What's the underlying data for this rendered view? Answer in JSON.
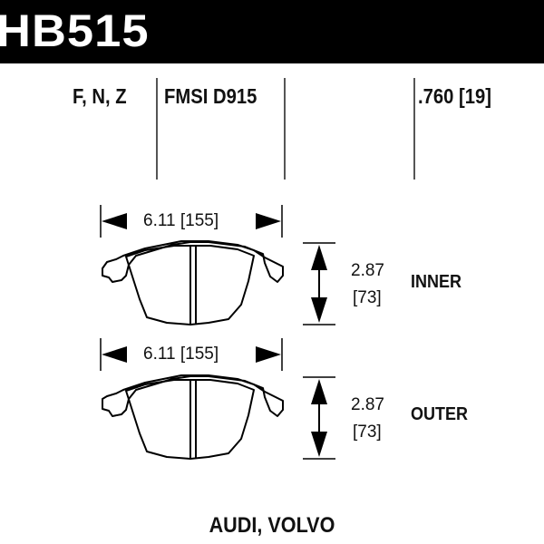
{
  "header": {
    "part_number": "HB515"
  },
  "specs": {
    "compound_codes": "F, N, Z",
    "fmsi": "FMSI D915",
    "thickness": ".760 [19]"
  },
  "pads": [
    {
      "width_label": "6.11 [155]",
      "height_in": "2.87",
      "height_mm": "[73]",
      "position": "INNER"
    },
    {
      "width_label": "6.11 [155]",
      "height_in": "2.87",
      "height_mm": "[73]",
      "position": "OUTER"
    }
  ],
  "footer": {
    "applications": "AUDI, VOLVO"
  }
}
